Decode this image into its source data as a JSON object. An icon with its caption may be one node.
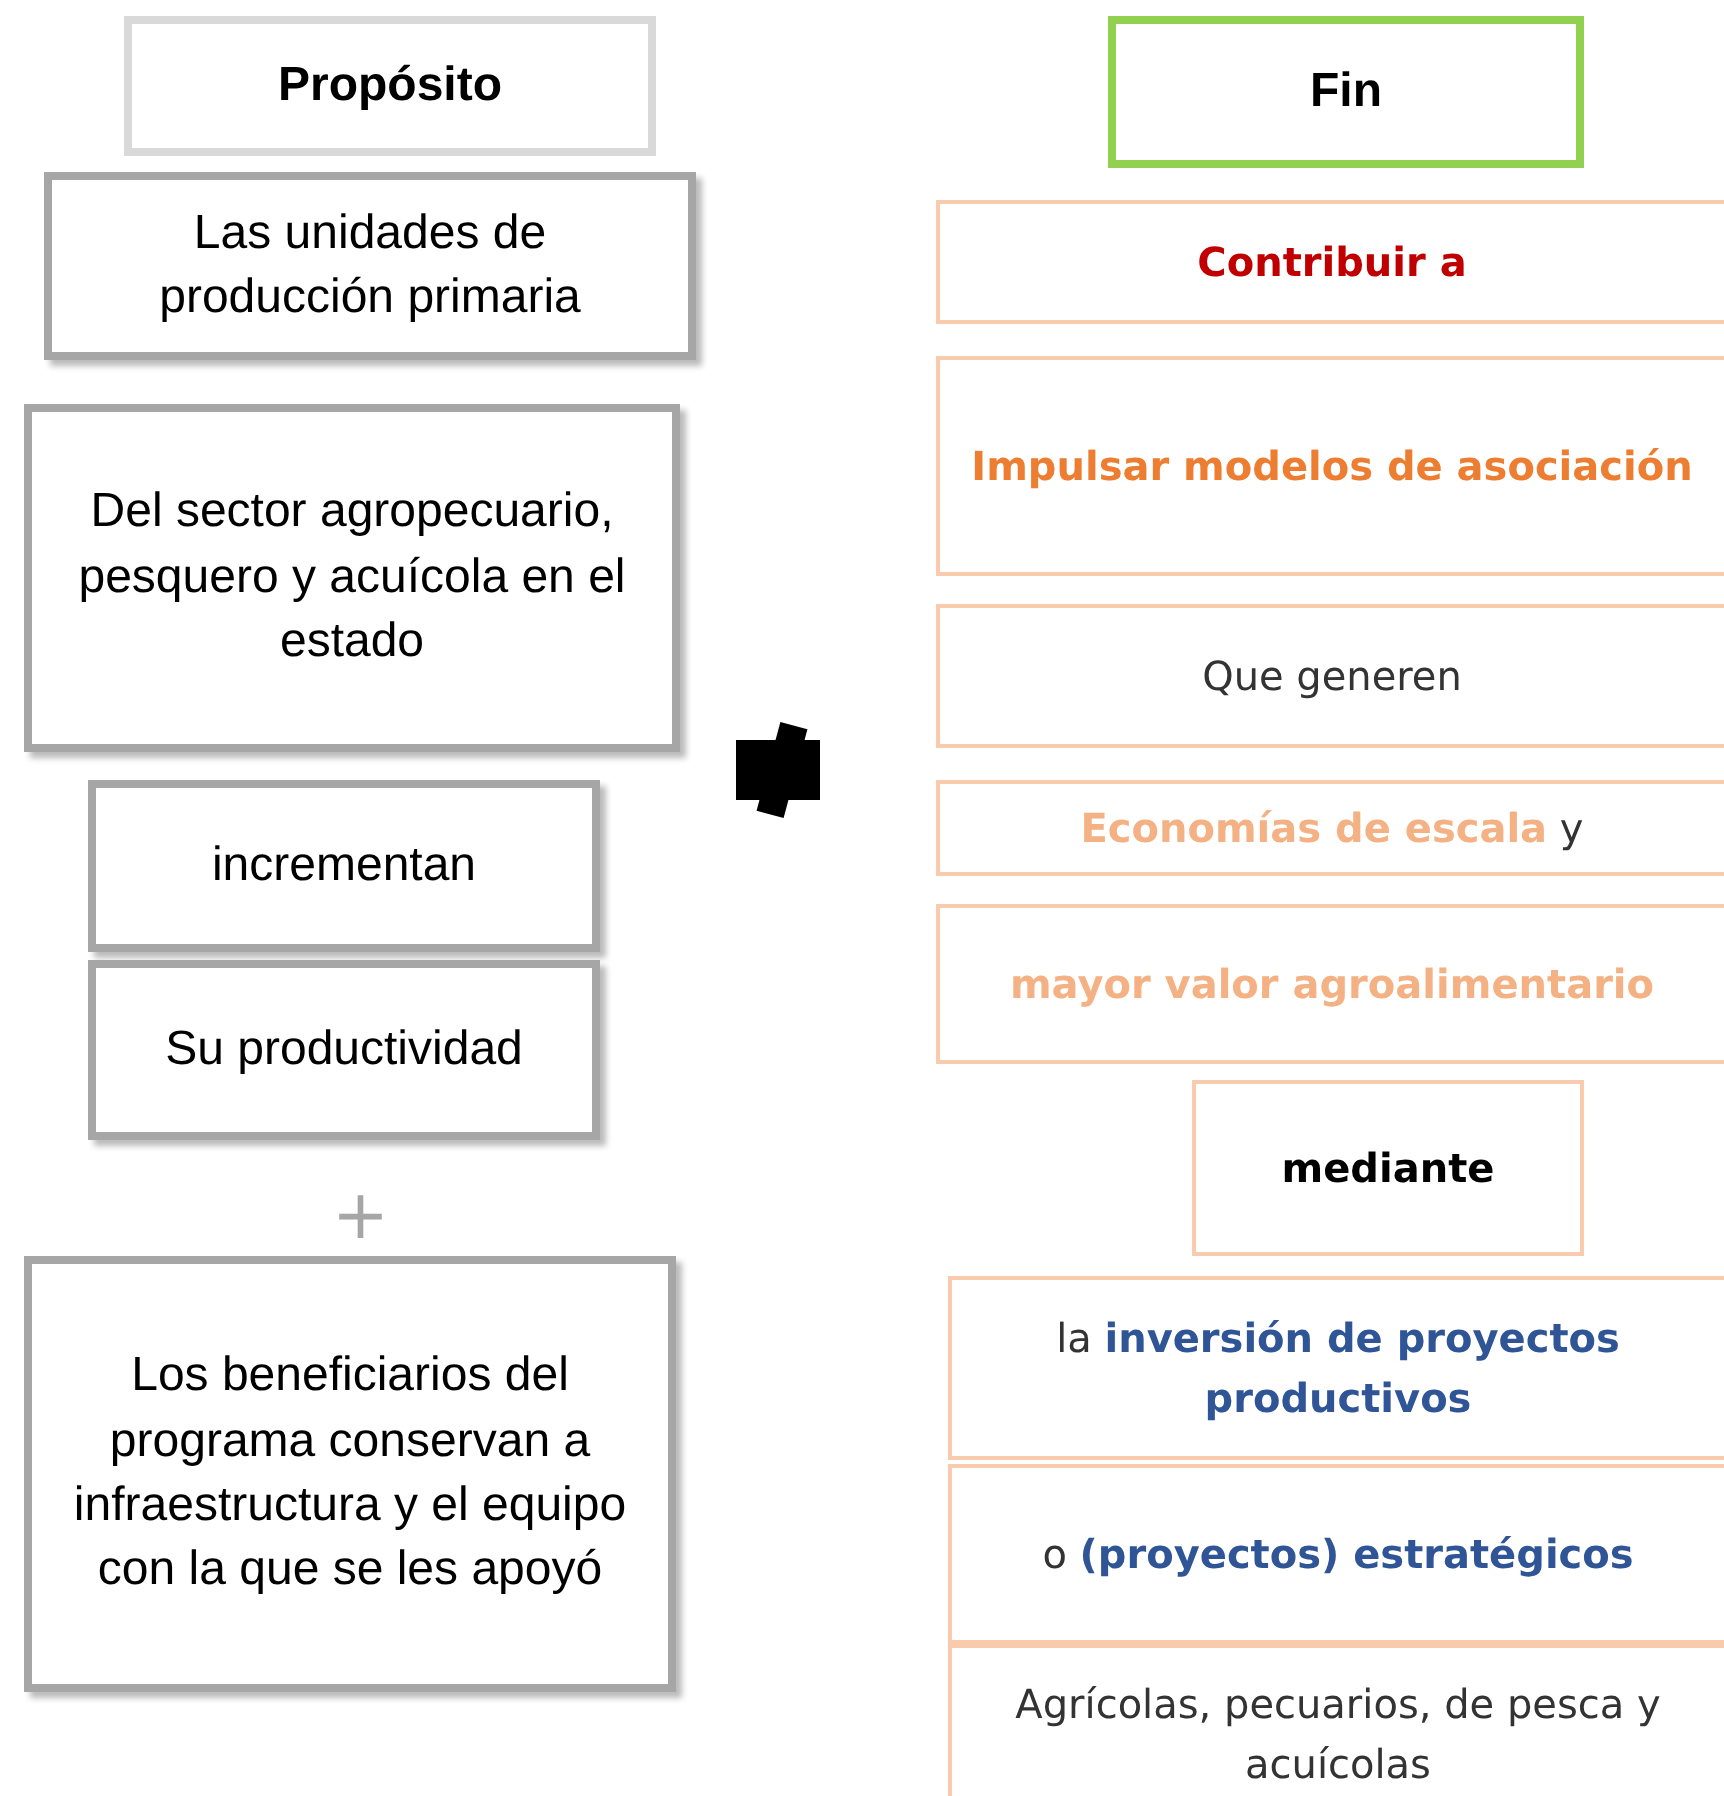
{
  "diagram": {
    "nodes": [
      {
        "text": [
          "Propósito"
        ]
      },
      {
        "text": [
          "Las unidades de producción primaria"
        ]
      },
      {
        "text": [
          "Del sector agropecuario, pesquero y acuícola en el estado"
        ]
      },
      {
        "text": [
          "incrementan"
        ]
      },
      {
        "text": [
          "Su productividad"
        ]
      },
      {
        "text": [
          "Los beneficiarios del programa conservan a infraestructura y el equipo con la que se les apoyó"
        ]
      },
      {
        "text": [],
        "shape": "box"
      },
      {
        "text": [
          "Fin"
        ]
      },
      {
        "text": [
          "Contribuir a"
        ]
      },
      {
        "text": [
          "Impulsar modelos de asociación"
        ]
      },
      {
        "text": [
          "Que generen"
        ]
      },
      {
        "text": [
          "**Economías de escala** y"
        ]
      },
      {
        "text": [
          "mayor valor agroalimentario"
        ]
      },
      {
        "text": [
          "mediante"
        ]
      },
      {
        "text": [
          "la **inversión de proyectos productivos**"
        ]
      },
      {
        "text": [
          "o **(proyectos) estratégicos**"
        ]
      },
      {
        "text": [
          "Agrícolas, pecuarios, de pesca y acuícolas"
        ]
      }
    ],
    "labels": [
      "+"
    ]
  }
}
